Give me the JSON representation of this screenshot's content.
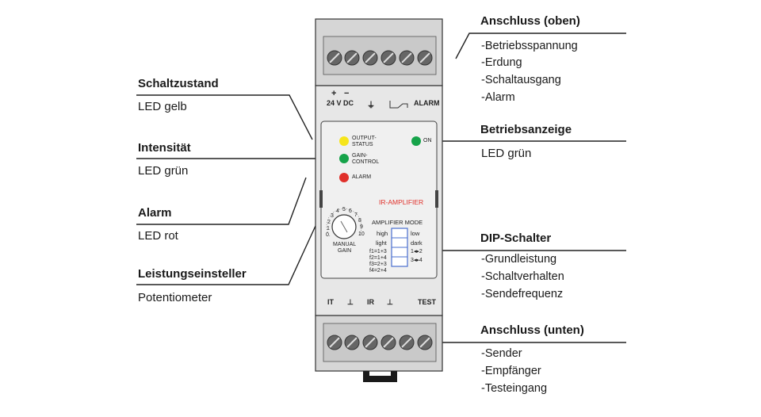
{
  "callouts": {
    "top_connector": {
      "title": "Anschluss (oben)",
      "items": [
        "-Betriebsspannung",
        "-Erdung",
        "-Schaltausgang",
        "-Alarm"
      ]
    },
    "operating_indicator": {
      "title": "Betriebsanzeige",
      "subtitle": "LED grün"
    },
    "dip_switch": {
      "title": "DIP-Schalter",
      "items": [
        "-Grundleistung",
        "-Schaltverhalten",
        "-Sendefrequenz"
      ]
    },
    "bottom_connector": {
      "title": "Anschluss (unten)",
      "items": [
        "-Sender",
        "-Empfänger",
        "-Testeingang"
      ]
    },
    "switch_state": {
      "title": "Schaltzustand",
      "subtitle": "LED gelb"
    },
    "intensity": {
      "title": "Intensität",
      "subtitle": "LED grün"
    },
    "alarm": {
      "title": "Alarm",
      "subtitle": "LED rot"
    },
    "power_adjuster": {
      "title": "Leistungseinsteller",
      "subtitle": "Potentiometer"
    }
  },
  "device": {
    "top_labels": {
      "plus": "+",
      "minus": "−",
      "voltage": "24 V DC",
      "ground": "⏚",
      "alarm": "ALARM"
    },
    "leds": {
      "output_status": "OUTPUT-\nSTATUS",
      "gain_control": "GAIN-\nCONTROL",
      "alarm": "ALARM",
      "on": "ON"
    },
    "model": "IR-AMPLIFIER",
    "amplifier_mode": "AMPLIFIER MODE",
    "dip_rows": [
      {
        "left": "high",
        "right": "low"
      },
      {
        "left": "light",
        "right": "dark"
      },
      {
        "left": "f1=1+3",
        "right": "1◂▸2"
      },
      {
        "left": "f2=1+4",
        "right": "3◂▸4"
      }
    ],
    "freq_extra": [
      "f3=2+3",
      "f4=2+4"
    ],
    "dial_numbers": [
      "0",
      "1",
      "2",
      "3",
      "4",
      "5",
      "6",
      "7",
      "8",
      "9",
      "10"
    ],
    "manual_gain": "MANUAL\nGAIN",
    "bottom_labels": {
      "it": "IT",
      "gnd1": "⊥",
      "ir": "IR",
      "gnd2": "⊥",
      "test": "TEST"
    }
  },
  "colors": {
    "led_yellow": "#f6e51b",
    "led_green": "#16a34a",
    "led_red": "#e0302a",
    "accent_red": "#e0302a",
    "housing": "#e7e7e7",
    "dip_blue": "#4a6fcf"
  }
}
